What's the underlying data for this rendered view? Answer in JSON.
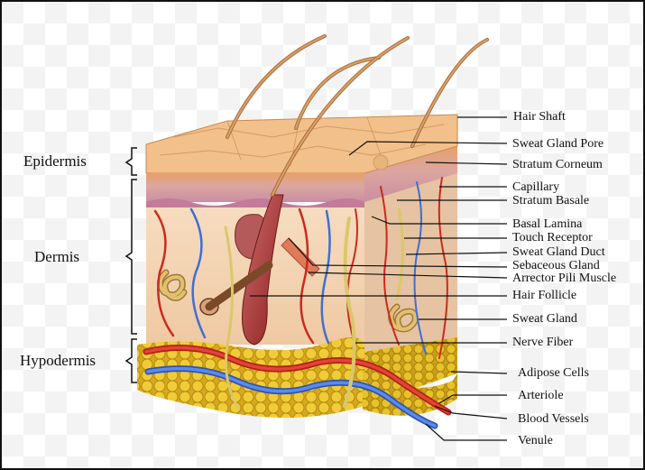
{
  "diagram": {
    "layers": [
      "Epidermis",
      "Dermis",
      "Hypodermis"
    ],
    "structures": [
      "Hair Shaft",
      "Sweat Gland Pore",
      "Stratum Corneum",
      "Capillary",
      "Stratum Basale",
      "Basal Lamina",
      "Touch Receptor",
      "Sweat Gland Duct",
      "Sebaceous Gland",
      "Arrector Pili Muscle",
      "Hair Follicle",
      "Sweat Gland",
      "Nerve Fiber",
      "Adipose Cells",
      "Arteriole",
      "Blood Vessels",
      "Venule"
    ],
    "colors": {
      "epidermis_top": "#f2c08a",
      "epidermis_side": "#e9ad86",
      "dermis": "#f4d6b4",
      "hypodermis_fat": "#e8c22a",
      "artery": "#cc2a1e",
      "vein": "#3f6fd1",
      "nerve": "#e8dc86",
      "hair": "#c88a4f"
    }
  }
}
